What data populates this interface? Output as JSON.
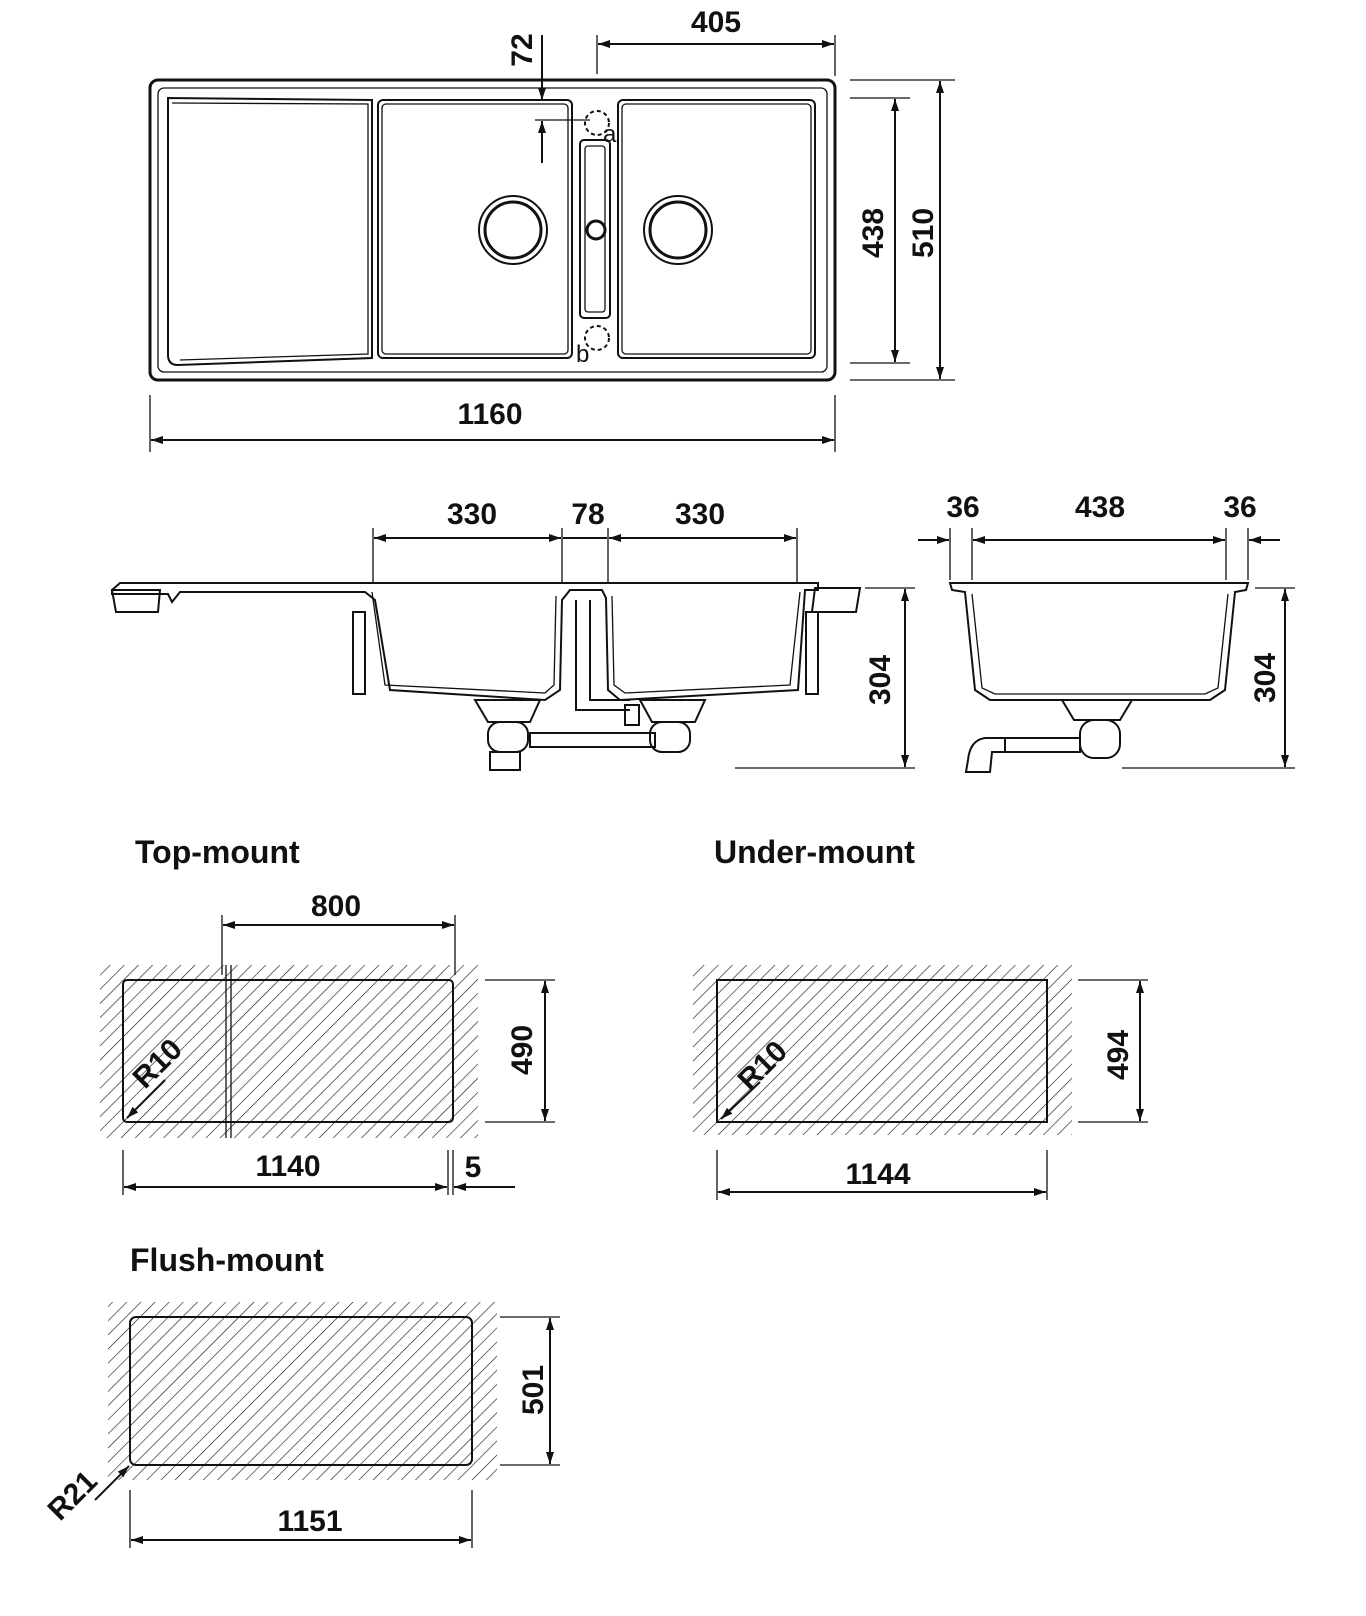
{
  "top_view": {
    "dims": {
      "overflow_offset": "72",
      "bowl_width": "405",
      "inner_depth": "438",
      "outer_depth": "510",
      "overall_width": "1160"
    },
    "markers": {
      "a": "a",
      "b": "b"
    }
  },
  "side_view": {
    "dims": {
      "bowl_left": "330",
      "divider": "78",
      "bowl_right": "330",
      "height": "304"
    }
  },
  "end_view": {
    "dims": {
      "rim_left": "36",
      "bowl_depth": "438",
      "rim_right": "36",
      "height": "304"
    }
  },
  "top_mount": {
    "title": "Top-mount",
    "dims": {
      "drainer": "800",
      "height": "490",
      "width": "1140",
      "gap": "5",
      "radius": "R10"
    }
  },
  "under_mount": {
    "title": "Under-mount",
    "dims": {
      "height": "494",
      "width": "1144",
      "radius": "R10"
    }
  },
  "flush_mount": {
    "title": "Flush-mount",
    "dims": {
      "height": "501",
      "width": "1151",
      "radius": "R21"
    }
  }
}
